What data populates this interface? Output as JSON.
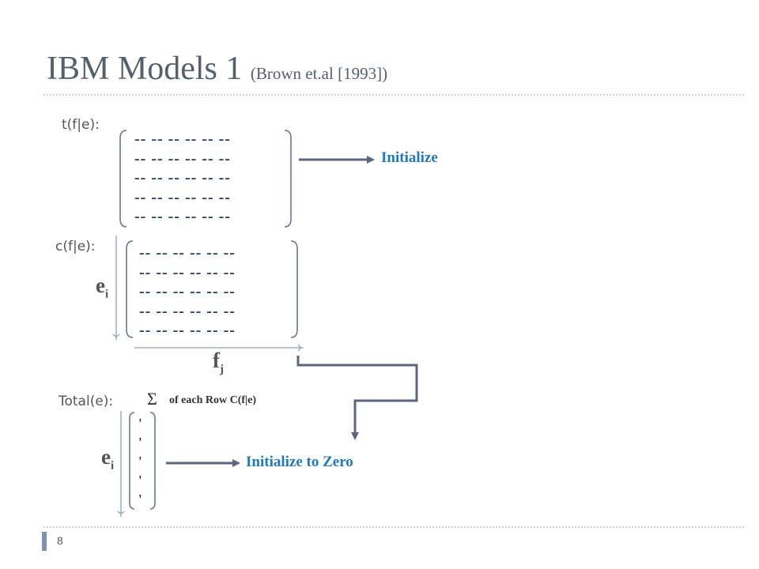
{
  "slide": {
    "title": "IBM Models 1",
    "title_citation": "(Brown et.al [1993])",
    "page_number": "8"
  },
  "matrix_t": {
    "label": "t(f|e):",
    "rows": [
      "--  --  --   --  --  --",
      "--  --  --   --  --  --",
      "--  --  --   --  --  --",
      "--  --  --   --  --  --",
      "--  --  --   --  --  --"
    ]
  },
  "matrix_c": {
    "label": "c(f|e):",
    "rows": [
      "--   --  --   --  --  --",
      "--   --  --   --  --  --",
      "--   --  --   --  --  --",
      "--   --  --   --  --  --",
      "--   --  --   --  --  --"
    ]
  },
  "total": {
    "label": "Total(e):",
    "sigma": "Σ",
    "description": "of each Row",
    "description_fn": "C(f|e)",
    "column_marks": [
      "'",
      "'",
      "'",
      "'",
      "'"
    ]
  },
  "vars": {
    "e_letter": "e",
    "e_sub": "i",
    "f_letter": "f",
    "f_sub": "j"
  },
  "annotations": {
    "initialize": "Initialize",
    "initialize_zero": "Initialize to Zero"
  },
  "colors": {
    "title": "#555f6e",
    "matrix_text": "#1f3864",
    "accent_blue": "#1e7ac0",
    "arrow": "#5b6584",
    "bracket": "#6a74a0",
    "axis_arrow": "#8f9dbf",
    "divider": "#9aa9c4",
    "bullet_bar": "#7f8fb5"
  }
}
